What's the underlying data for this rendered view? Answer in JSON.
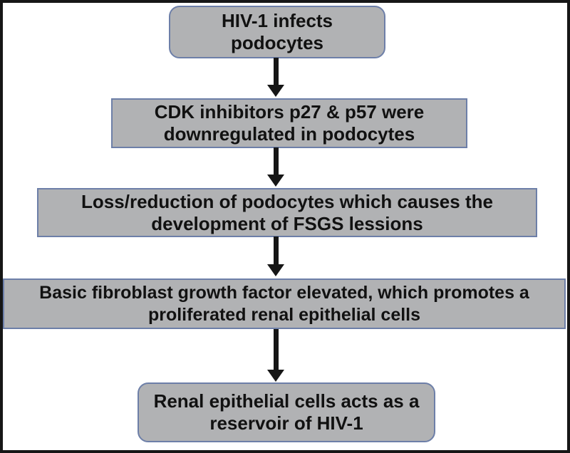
{
  "flowchart": {
    "description": "HIV-1 podocyte infection pathway flowchart",
    "boxes": [
      {
        "id": "hiv-infects-podocytes",
        "shape": "rounded",
        "lines": [
          "HIV-1 infects",
          "podocytes"
        ]
      },
      {
        "id": "cdk-inhibitors-downregulated",
        "shape": "rect",
        "lines": [
          "CDK inhibitors p27 & p57 were",
          "downregulated in podocytes"
        ]
      },
      {
        "id": "podocyte-loss-fsgs",
        "shape": "rect",
        "lines": [
          "Loss/reduction of podocytes which causes the",
          "development of FSGS lessions"
        ]
      },
      {
        "id": "bfgf-elevated",
        "shape": "rect",
        "lines": [
          "Basic fibroblast growth factor elevated, which promotes a",
          "proliferated renal epithelial cells"
        ]
      },
      {
        "id": "renal-cells-reservoir",
        "shape": "rounded",
        "lines": [
          "Renal epithelial cells acts as a",
          "reservoir of HIV-1"
        ]
      }
    ],
    "arrows": [
      {
        "from": "hiv-infects-podocytes",
        "to": "cdk-inhibitors-downregulated",
        "direction": "down"
      },
      {
        "from": "cdk-inhibitors-downregulated",
        "to": "podocyte-loss-fsgs",
        "direction": "down"
      },
      {
        "from": "podocyte-loss-fsgs",
        "to": "bfgf-elevated",
        "direction": "down"
      },
      {
        "from": "bfgf-elevated",
        "to": "renal-cells-reservoir",
        "direction": "down"
      }
    ],
    "colors": {
      "background": "#ffffff",
      "frame": "#161616",
      "box_fill": "#b1b2b4",
      "box_border": "#6d7fa8",
      "text": "#111111",
      "arrow": "#161616"
    }
  }
}
